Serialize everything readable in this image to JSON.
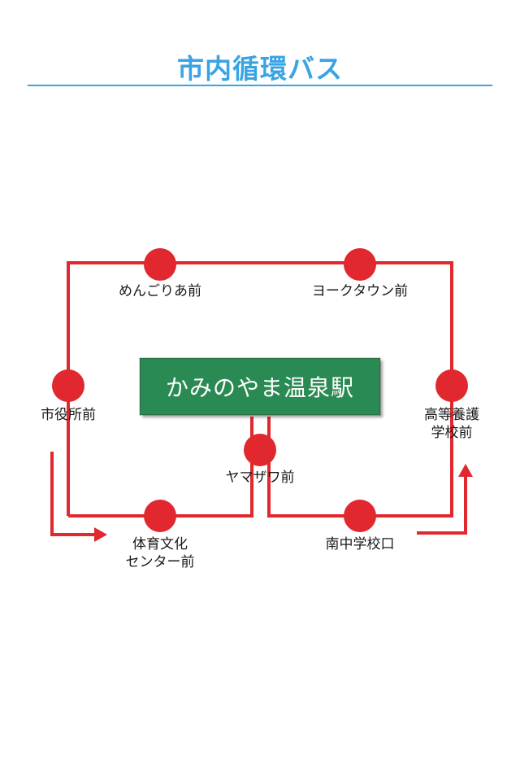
{
  "header": {
    "title": "市内循環バス"
  },
  "hub": {
    "name": "かみのやま温泉駅"
  },
  "stops": [
    {
      "id": "mengorien",
      "lines": [
        "めんごりあ前"
      ]
    },
    {
      "id": "yorktown",
      "lines": [
        "ヨークタウン前"
      ]
    },
    {
      "id": "city-hall",
      "lines": [
        "市役所前"
      ]
    },
    {
      "id": "koto-yogo",
      "lines": [
        "高等養護",
        "学校前"
      ]
    },
    {
      "id": "yamazawa",
      "lines": [
        "ヤマザワ前"
      ]
    },
    {
      "id": "culture-center",
      "lines": [
        "体育文化",
        "センター前"
      ]
    },
    {
      "id": "nanchu",
      "lines": [
        "南中学校口"
      ]
    }
  ],
  "colors": {
    "title": "#3aa3e3",
    "route": "#e0282e",
    "hub": "#2a8a53",
    "hub_text": "#ffffff"
  }
}
